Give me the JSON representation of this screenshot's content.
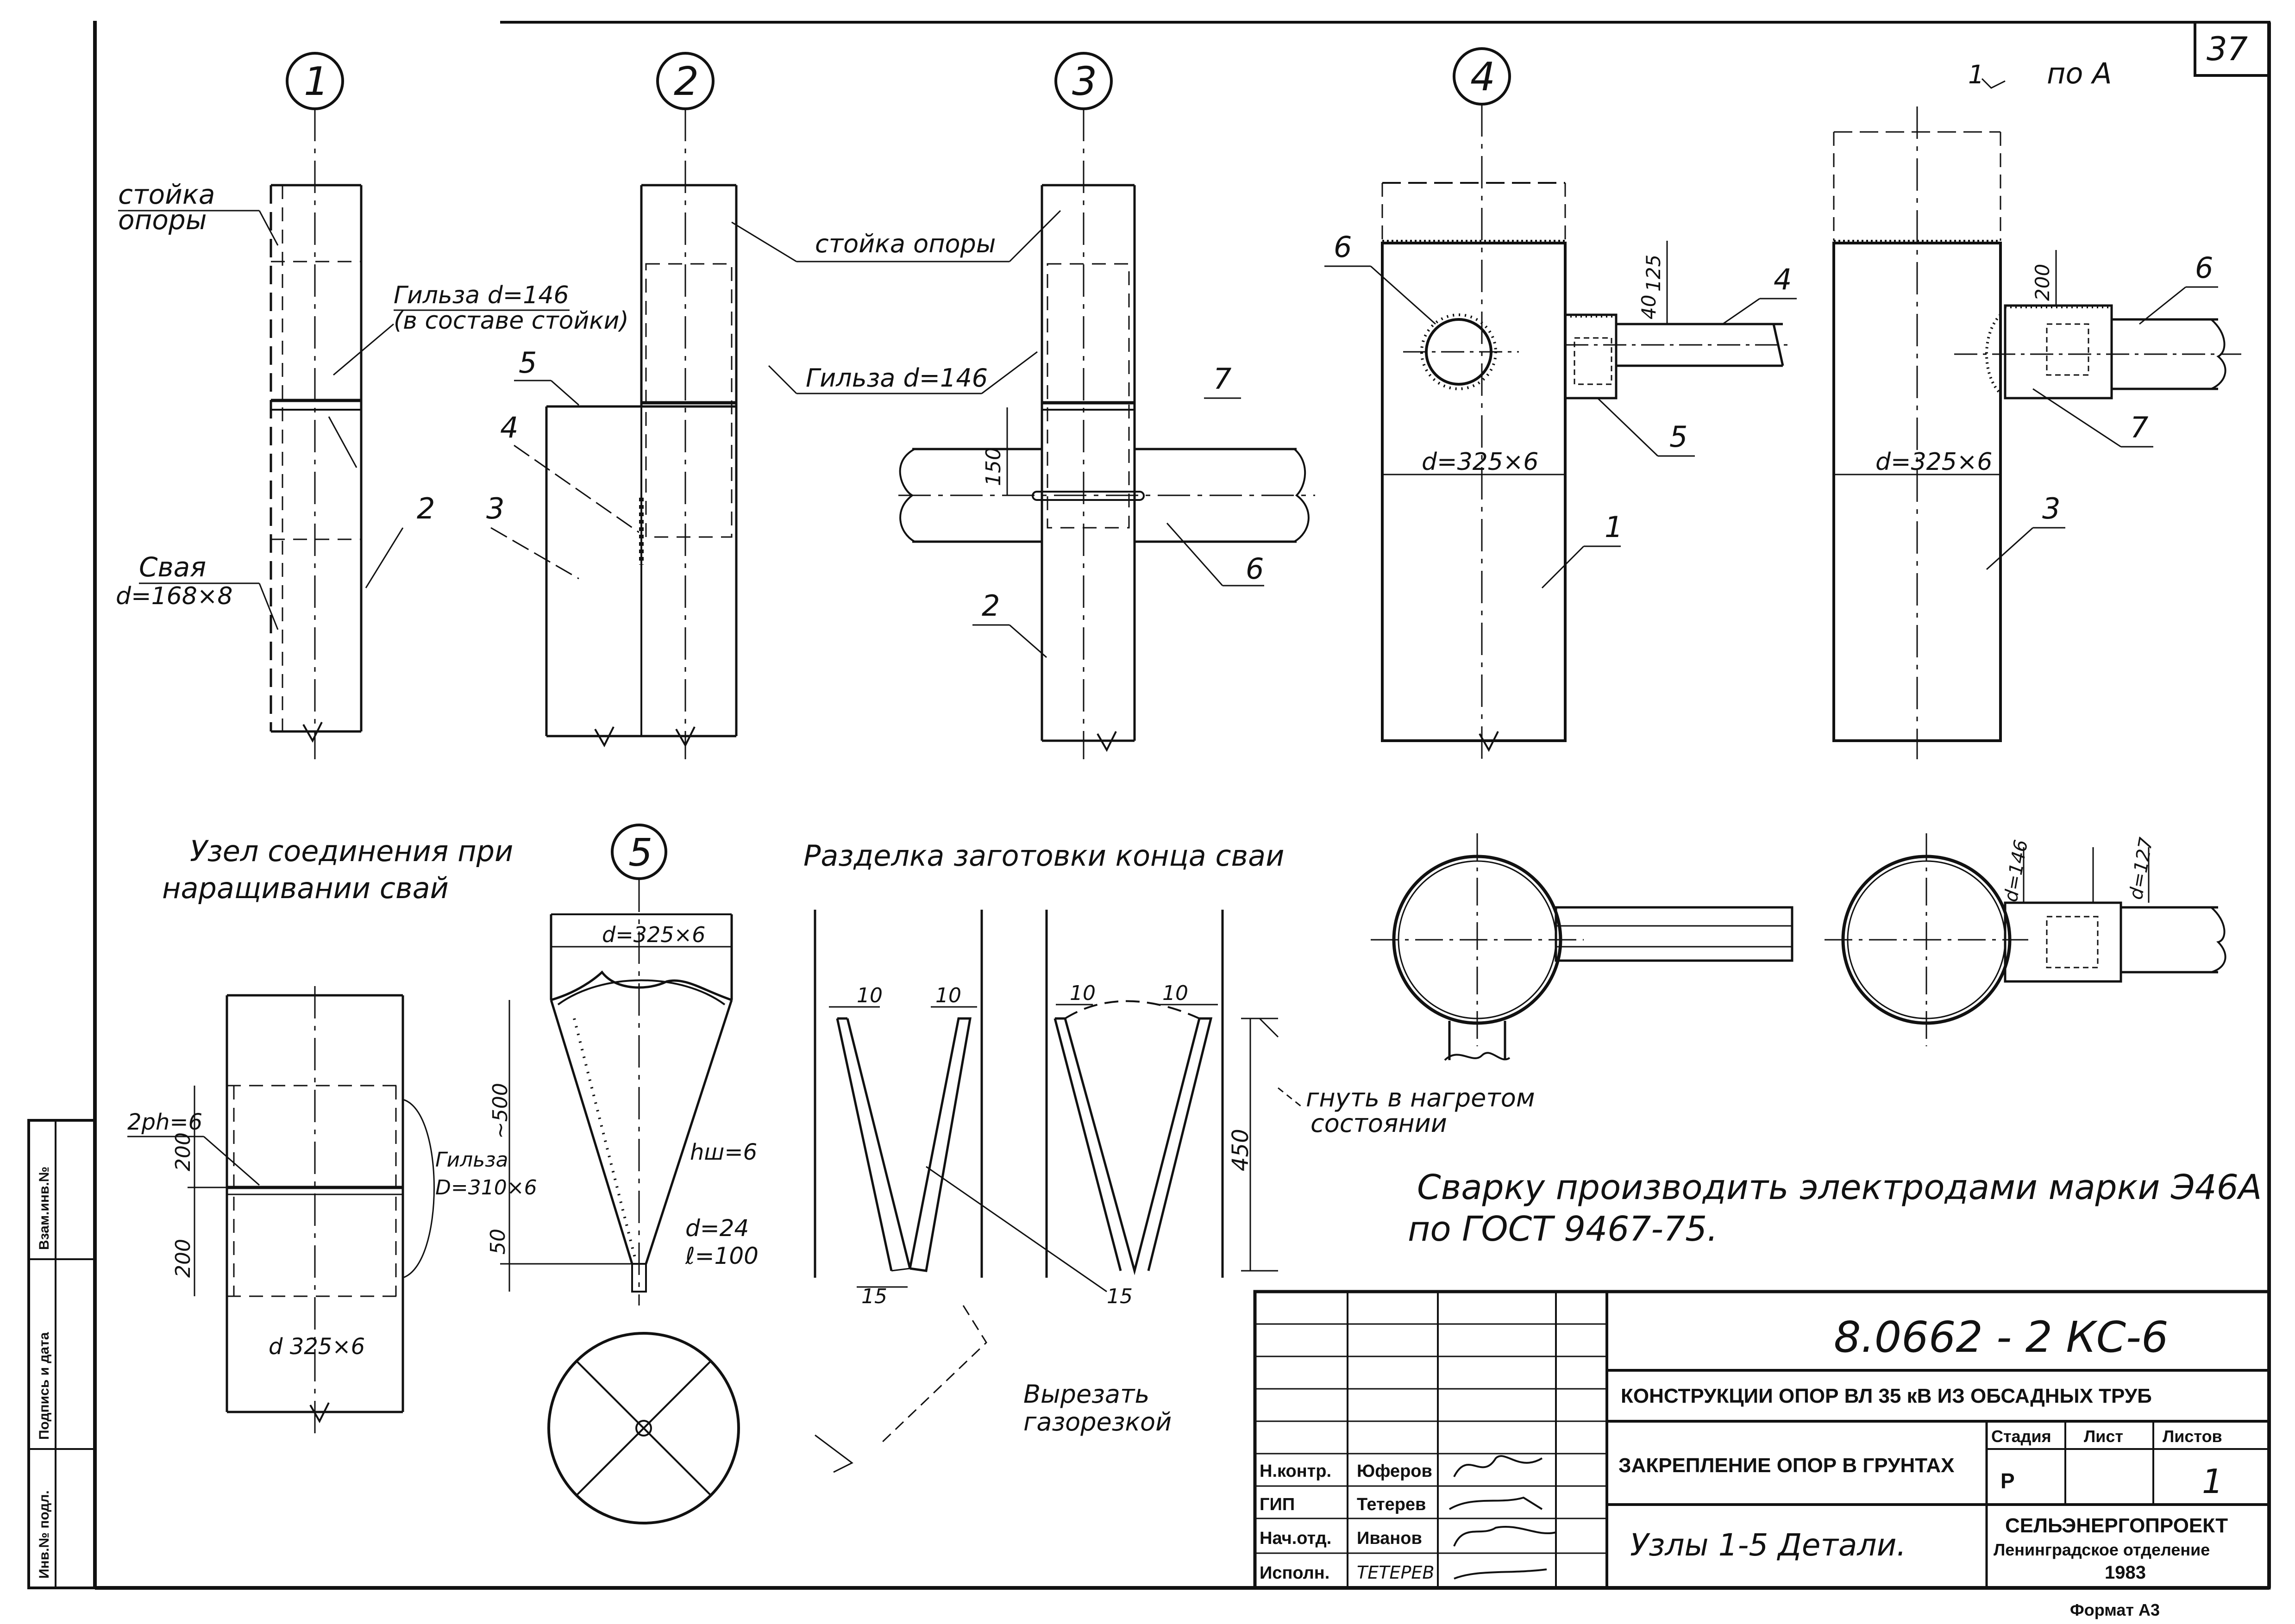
{
  "sheet": {
    "page_number": "37",
    "format_label": "Формат А3"
  },
  "side_stamp": {
    "inv_orig": "Инв.№ подл.",
    "sign_date": "Подпись и дата",
    "inv_dup": "Взам.инв.№"
  },
  "node1": {
    "number": "1",
    "label_post": [
      "стойка",
      "опоры"
    ],
    "label_sleeve": [
      "Гильза d=146",
      "(в составе стойки)"
    ],
    "label_pile": [
      "Свая",
      "d=168×8"
    ],
    "pos_2": "2"
  },
  "node2": {
    "number": "2",
    "pos_5": "5",
    "pos_4": "4",
    "pos_3": "3"
  },
  "node3": {
    "number": "3",
    "label_post": "стойка опоры",
    "label_sleeve": "Гильза d=146",
    "pos_7": "7",
    "dim_150": "150",
    "pos_6": "6",
    "pos_2": "2"
  },
  "node4": {
    "number": "4",
    "pos_6": "6",
    "dim_125": "125",
    "dim_40": "40",
    "pos_4": "4",
    "pos_5": "5",
    "diam": "d=325×6",
    "pos_1": "1"
  },
  "viewA": {
    "cut_mark": "1",
    "title": "по А",
    "dim_200": "200",
    "pos_6": "6",
    "pos_7": "7",
    "diam": "d=325×6",
    "pos_3": "3",
    "plan_d146": "d=146",
    "plan_d127": "d=127"
  },
  "joint": {
    "title": [
      "Узел соединения при",
      "наращивании свай"
    ],
    "weld": "2ph=6",
    "dim_200a": "200",
    "dim_200b": "200",
    "sleeve": [
      "Гильза",
      "D=310×6"
    ],
    "diam": "d 325×6"
  },
  "node5": {
    "number": "5",
    "diam": "d=325×6",
    "dim_500": "~500",
    "dim_50": "50",
    "weld": "hш=6",
    "rod_d": "d=24",
    "rod_l": "ℓ=100"
  },
  "cutting": {
    "title": "Разделка заготовки конца сваи",
    "d10a": "10",
    "d10b": "10",
    "d10c": "10",
    "d10d": "10",
    "d15a": "15",
    "d15b": "15",
    "dim_450": "450",
    "bend_note": [
      "гнуть в нагретом",
      "состоянии"
    ],
    "gas_note": [
      "Вырезать",
      "газорезкой"
    ]
  },
  "welding_note": [
    "Сварку производить электродами марки Э46А",
    "по ГОСТ 9467-75."
  ],
  "title_block": {
    "doc_code": "8.0662 - 2 КС-6",
    "project": "КОНСТРУКЦИИ ОПОР ВЛ 35 кВ ИЗ ОБСАДНЫХ ТРУБ",
    "sheet_title": "ЗАКРЕПЛЕНИЕ ОПОР В ГРУНТАХ",
    "content": "Узлы 1-5 Детали.",
    "stage_label": "Стадия",
    "sheet_label": "Лист",
    "sheets_label": "Листов",
    "stage": "Р",
    "sheets": "1",
    "org": "СЕЛЬЭНЕРГОПРОЕКТ",
    "branch": "Ленинградское отделение",
    "year": "1983",
    "roles": [
      {
        "role": "Н.контр.",
        "name": "Юферов"
      },
      {
        "role": "ГИП",
        "name": "Тетерев"
      },
      {
        "role": "Нач.отд.",
        "name": "Иванов"
      },
      {
        "role": "Исполн.",
        "name": "ТЕТЕРЕВ"
      }
    ]
  }
}
